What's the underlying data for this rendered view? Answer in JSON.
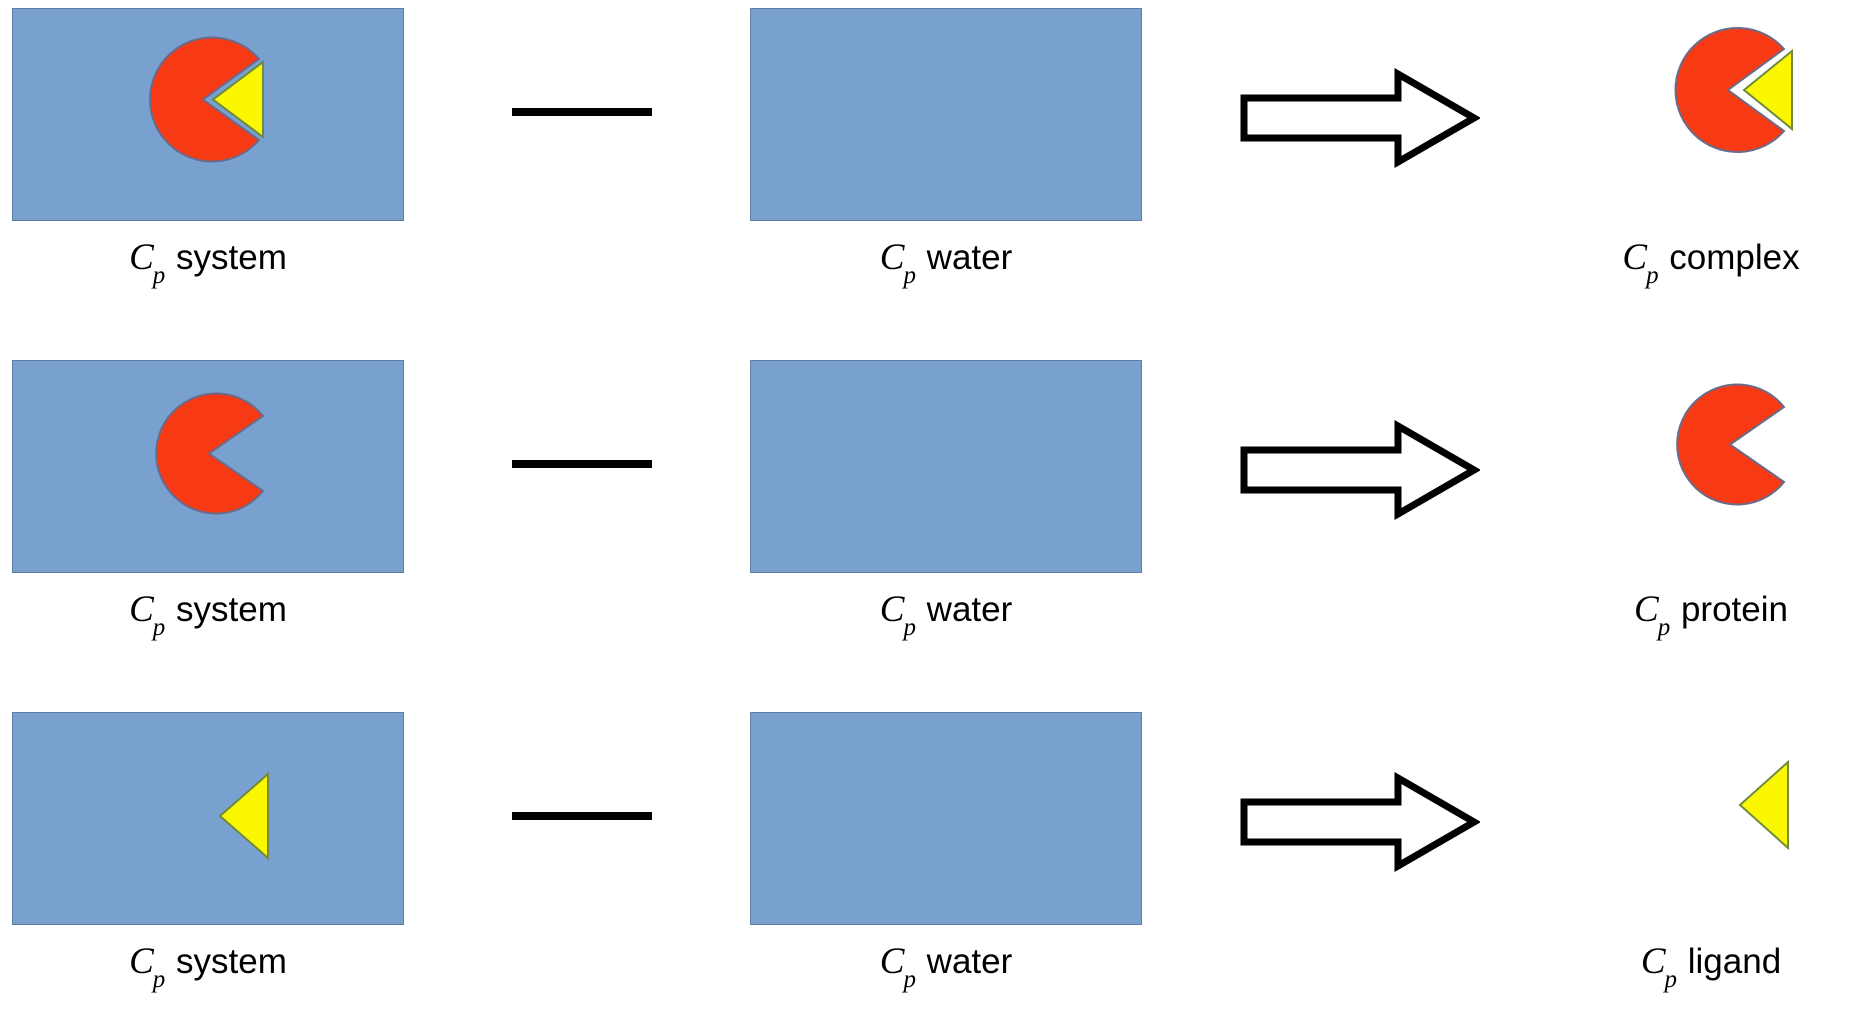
{
  "figure": {
    "type": "thermodynamic-cycle-diagram",
    "description": "Heat capacity decomposition: Cp system minus Cp water yields Cp of the solute species",
    "operator_symbol": "minus",
    "arrow_symbol": "right-block-arrow"
  },
  "colors": {
    "solvent_box_fill": "#79A1D0",
    "solvent_box_border": "#5E80A8",
    "protein_fill": "#F73A13",
    "protein_border": "#6A6A8A",
    "ligand_fill": "#FBF700",
    "ligand_border": "#6E8A3C",
    "line_black": "#000000",
    "background": "#FFFFFF"
  },
  "cp_symbol": {
    "letter": "C",
    "subscript": "p"
  },
  "rows": [
    {
      "id": "complex-row",
      "left": {
        "shape": "protein-ligand-complex-in-solvent",
        "caption_word": "system",
        "contents": [
          "protein",
          "ligand"
        ]
      },
      "operator": "—",
      "middle": {
        "shape": "solvent-box",
        "caption_word": "water",
        "contents": []
      },
      "arrow": "⇒",
      "right": {
        "shape": "protein-ligand-complex",
        "caption_word": "complex",
        "contents": [
          "protein",
          "ligand"
        ]
      }
    },
    {
      "id": "protein-row",
      "left": {
        "shape": "protein-in-solvent",
        "caption_word": "system",
        "contents": [
          "protein"
        ]
      },
      "operator": "—",
      "middle": {
        "shape": "solvent-box",
        "caption_word": "water",
        "contents": []
      },
      "arrow": "⇒",
      "right": {
        "shape": "protein",
        "caption_word": "protein",
        "contents": [
          "protein"
        ]
      }
    },
    {
      "id": "ligand-row",
      "left": {
        "shape": "ligand-in-solvent",
        "caption_word": "system",
        "contents": [
          "ligand"
        ]
      },
      "operator": "—",
      "middle": {
        "shape": "solvent-box",
        "caption_word": "water",
        "contents": []
      },
      "arrow": "⇒",
      "right": {
        "shape": "ligand",
        "caption_word": "ligand",
        "contents": [
          "ligand"
        ]
      }
    }
  ]
}
